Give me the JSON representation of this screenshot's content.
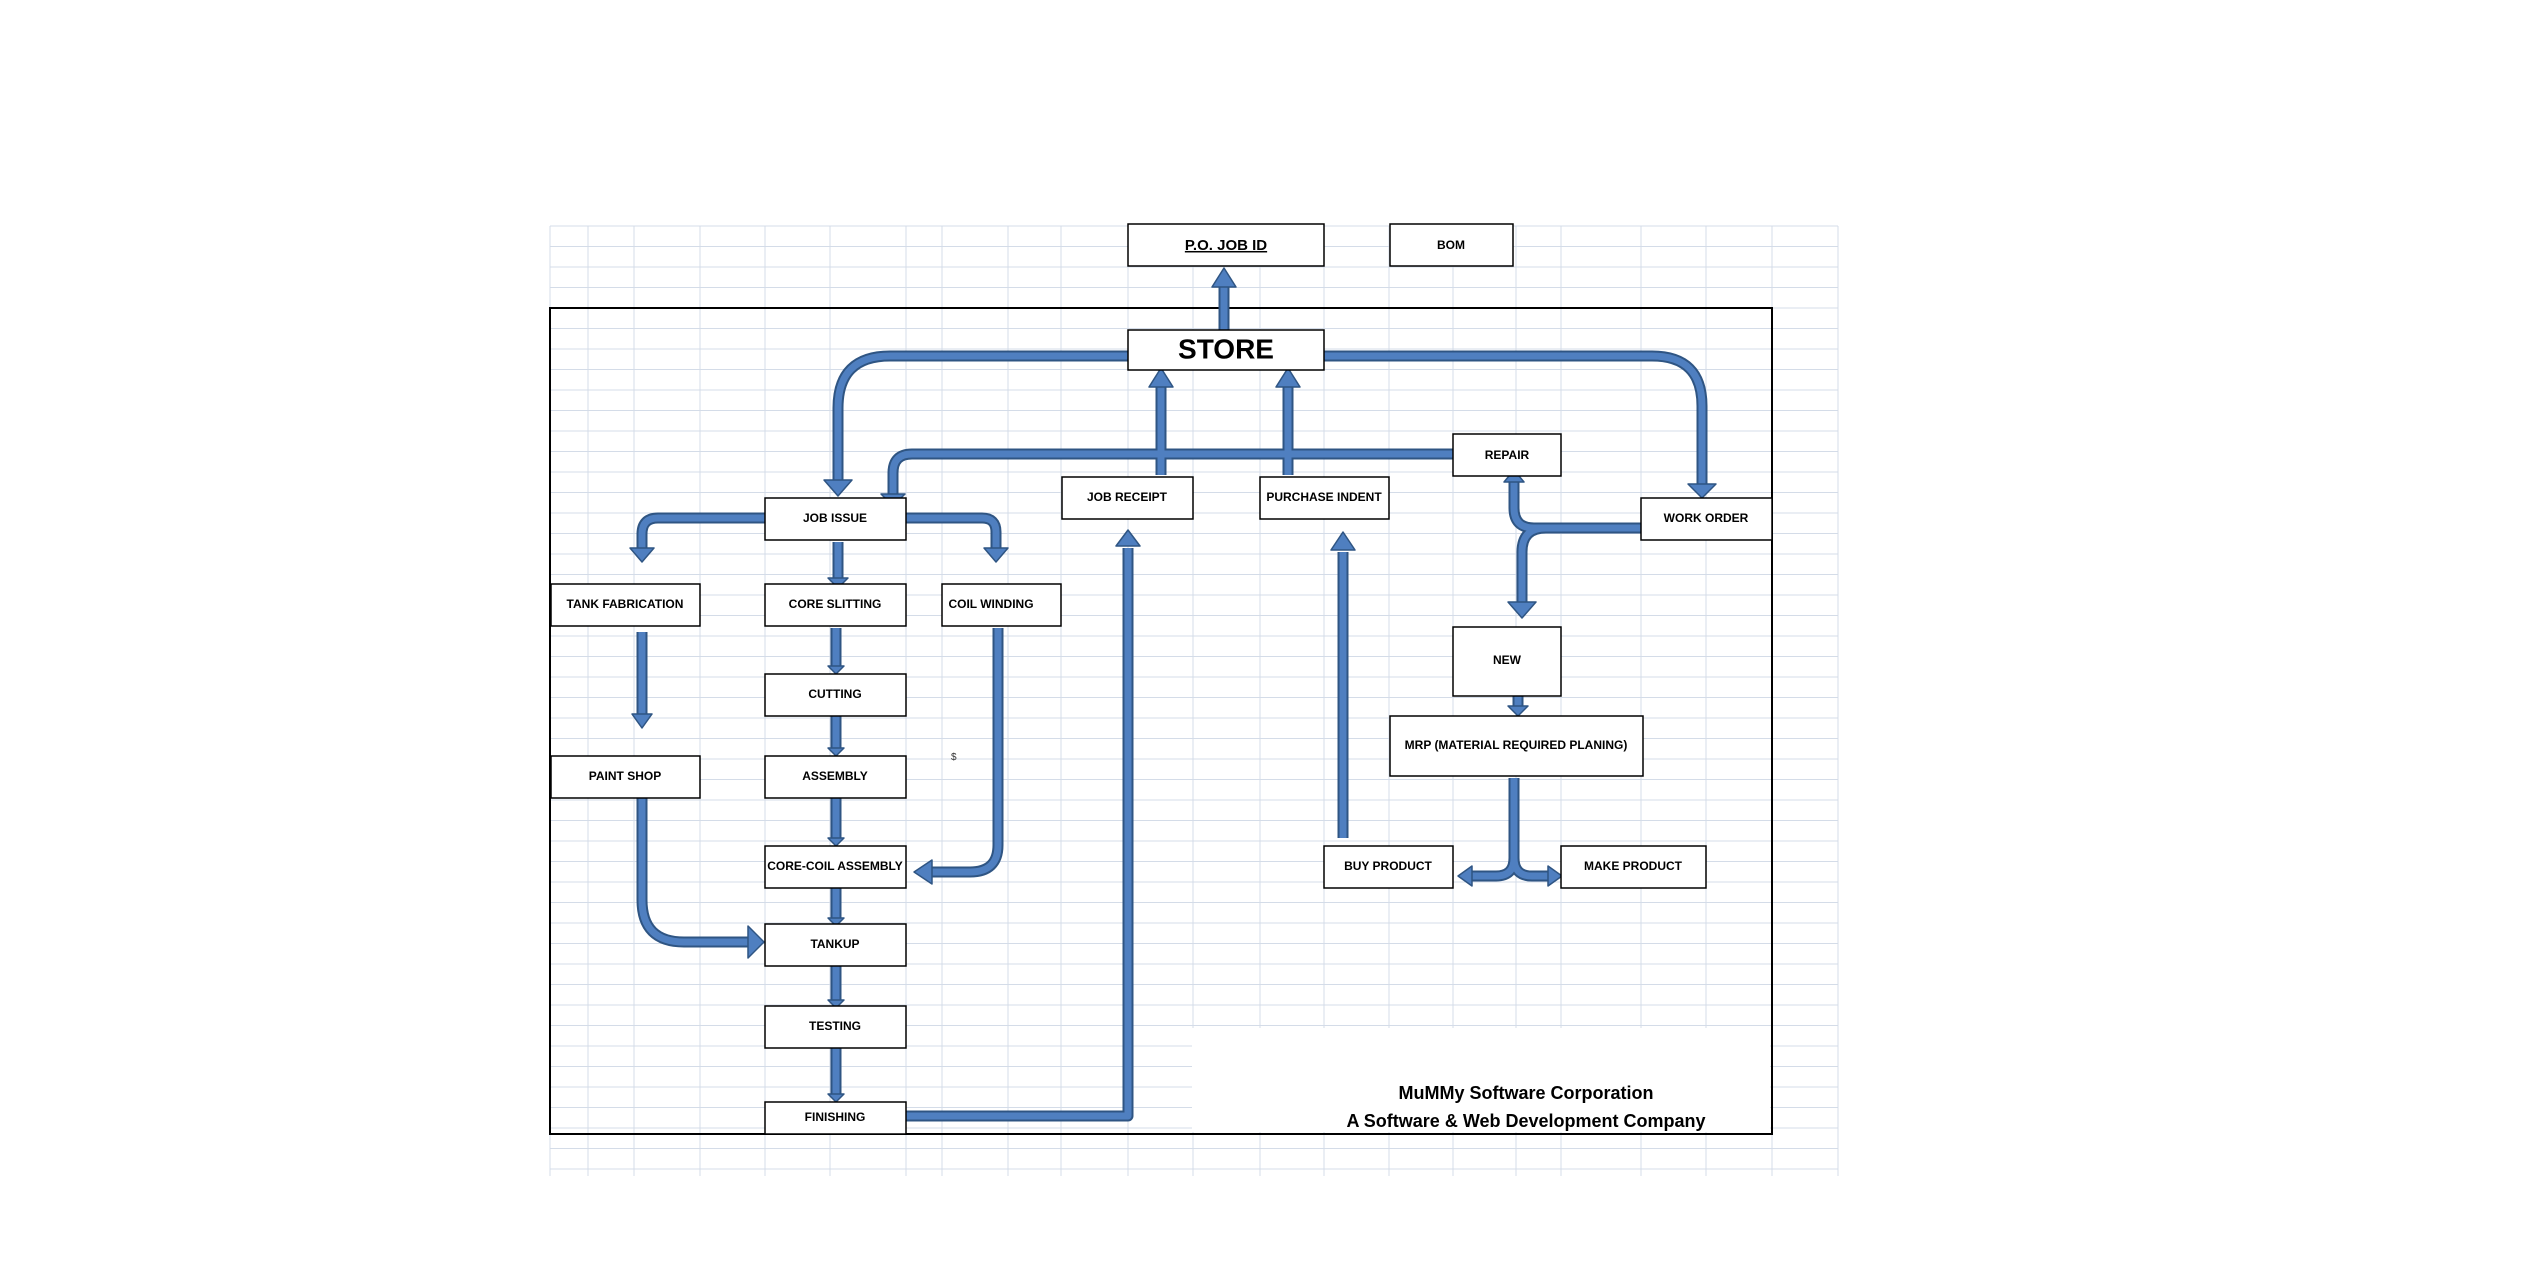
{
  "nodes": {
    "po_job_id": "P.O.  JOB ID",
    "bom": "BOM",
    "store": "STORE",
    "repair": "REPAIR",
    "job_issue": "JOB ISSUE",
    "job_receipt": "JOB RECEIPT",
    "purchase_indent": "PURCHASE INDENT",
    "work_order": "WORK ORDER",
    "tank_fabrication": "TANK FABRICATION",
    "core_slitting": "CORE SLITTING",
    "coil_winding": "COIL WINDING",
    "cutting": "CUTTING",
    "new": "NEW",
    "mrp": "MRP (MATERIAL REQUIRED PLANING)",
    "paint_shop": "PAINT SHOP",
    "assembly": "ASSEMBLY",
    "core_coil_assembly": "CORE-COIL ASSEMBLY",
    "buy_product": "BUY PRODUCT",
    "make_product": "MAKE PRODUCT",
    "tankup": "TANKUP",
    "testing": "TESTING",
    "finishing": "FINISHING"
  },
  "stray_mark": "$",
  "footer": {
    "company": "MuMMy Software Corporation",
    "tagline": "A Software & Web Development Company"
  },
  "colors": {
    "arrow_fill": "#4f7fc0",
    "arrow_outline": "#2f5583",
    "grid": "#d4dce8",
    "border": "#000000"
  }
}
